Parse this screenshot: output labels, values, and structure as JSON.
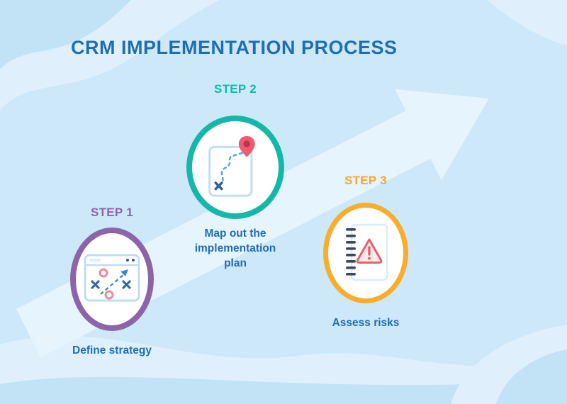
{
  "title": "CRM IMPLEMENTATION PROCESS",
  "steps": [
    {
      "label": "STEP 1",
      "caption": "Define strategy",
      "icon": "strategy-board-icon",
      "accent": "#8d64a9"
    },
    {
      "label": "STEP 2",
      "caption": "Map out the implementation plan",
      "icon": "map-route-icon",
      "accent": "#15b8a8"
    },
    {
      "label": "STEP 3",
      "caption": "Assess risks",
      "icon": "risk-warning-icon",
      "accent": "#f8ad2d"
    }
  ],
  "colors": {
    "background": "#cde8f9",
    "background_waves_light": "#dff0fc",
    "background_waves_deep": "#c2e2f6",
    "arrow": "#e8f4fd",
    "title_text": "#1e6fb2",
    "caption_text": "#1e6fb2",
    "pin_red": "#f05c6d",
    "warning_red": "#e4606b",
    "play_x_blue": "#2f6bae",
    "play_o_pink": "#f0889c"
  }
}
